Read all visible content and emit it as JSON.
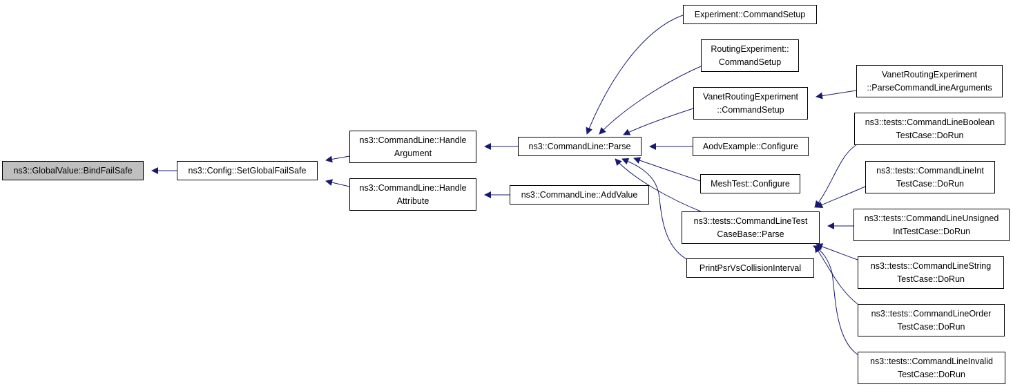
{
  "diagram": {
    "edge_color": "#191970",
    "nodes": [
      {
        "id": "bindfailsafe",
        "lines": [
          "ns3::GlobalValue::BindFailSafe"
        ],
        "root": true
      },
      {
        "id": "setglobalfailsafe",
        "lines": [
          "ns3::Config::SetGlobalFailSafe"
        ]
      },
      {
        "id": "handleargument",
        "lines": [
          "ns3::CommandLine::Handle",
          "Argument"
        ]
      },
      {
        "id": "handleattribute",
        "lines": [
          "ns3::CommandLine::Handle",
          "Attribute"
        ]
      },
      {
        "id": "parse",
        "lines": [
          "ns3::CommandLine::Parse"
        ]
      },
      {
        "id": "addvalue",
        "lines": [
          "ns3::CommandLine::AddValue"
        ]
      },
      {
        "id": "experiment-commandsetup",
        "lines": [
          "Experiment::CommandSetup"
        ]
      },
      {
        "id": "routingexperiment-commandsetup",
        "lines": [
          "RoutingExperiment::",
          "CommandSetup"
        ]
      },
      {
        "id": "vanet-commandsetup",
        "lines": [
          "VanetRoutingExperiment",
          "::CommandSetup"
        ]
      },
      {
        "id": "aodv-configure",
        "lines": [
          "AodvExample::Configure"
        ]
      },
      {
        "id": "meshtest-configure",
        "lines": [
          "MeshTest::Configure"
        ]
      },
      {
        "id": "testcasebase-parse",
        "lines": [
          "ns3::tests::CommandLineTest",
          "CaseBase::Parse"
        ]
      },
      {
        "id": "printpsr",
        "lines": [
          "PrintPsrVsCollisionInterval"
        ]
      },
      {
        "id": "vanet-parseargs",
        "lines": [
          "VanetRoutingExperiment",
          "::ParseCommandLineArguments"
        ]
      },
      {
        "id": "boolean-dorun",
        "lines": [
          "ns3::tests::CommandLineBoolean",
          "TestCase::DoRun"
        ]
      },
      {
        "id": "int-dorun",
        "lines": [
          "ns3::tests::CommandLineInt",
          "TestCase::DoRun"
        ]
      },
      {
        "id": "unsigned-dorun",
        "lines": [
          "ns3::tests::CommandLineUnsigned",
          "IntTestCase::DoRun"
        ]
      },
      {
        "id": "string-dorun",
        "lines": [
          "ns3::tests::CommandLineString",
          "TestCase::DoRun"
        ]
      },
      {
        "id": "order-dorun",
        "lines": [
          "ns3::tests::CommandLineOrder",
          "TestCase::DoRun"
        ]
      },
      {
        "id": "invalid-dorun",
        "lines": [
          "ns3::tests::CommandLineInvalid",
          "TestCase::DoRun"
        ]
      }
    ],
    "edges": [
      {
        "from": "setglobalfailsafe",
        "to": "bindfailsafe"
      },
      {
        "from": "handleargument",
        "to": "setglobalfailsafe"
      },
      {
        "from": "handleattribute",
        "to": "setglobalfailsafe"
      },
      {
        "from": "parse",
        "to": "handleargument"
      },
      {
        "from": "addvalue",
        "to": "handleattribute"
      },
      {
        "from": "experiment-commandsetup",
        "to": "parse"
      },
      {
        "from": "routingexperiment-commandsetup",
        "to": "parse"
      },
      {
        "from": "vanet-commandsetup",
        "to": "parse"
      },
      {
        "from": "aodv-configure",
        "to": "parse"
      },
      {
        "from": "meshtest-configure",
        "to": "parse"
      },
      {
        "from": "testcasebase-parse",
        "to": "parse"
      },
      {
        "from": "printpsr",
        "to": "parse"
      },
      {
        "from": "vanet-parseargs",
        "to": "vanet-commandsetup"
      },
      {
        "from": "boolean-dorun",
        "to": "testcasebase-parse"
      },
      {
        "from": "int-dorun",
        "to": "testcasebase-parse"
      },
      {
        "from": "unsigned-dorun",
        "to": "testcasebase-parse"
      },
      {
        "from": "string-dorun",
        "to": "testcasebase-parse"
      },
      {
        "from": "order-dorun",
        "to": "testcasebase-parse"
      },
      {
        "from": "invalid-dorun",
        "to": "testcasebase-parse"
      }
    ]
  }
}
